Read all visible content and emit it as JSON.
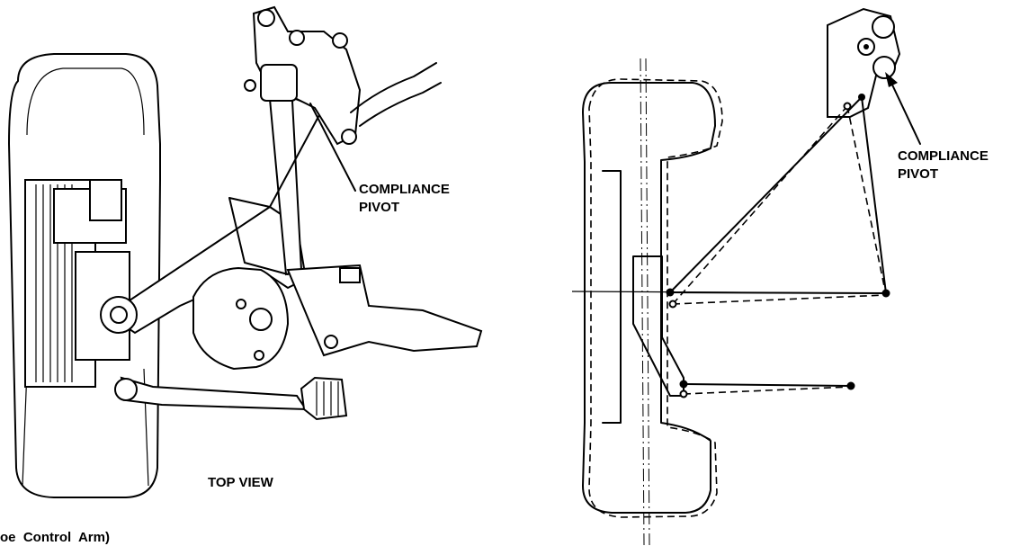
{
  "labels": {
    "left_compliance": "COMPLIANCE",
    "left_pivot": "PIVOT",
    "top_view": "TOP VIEW",
    "caption": "oe  Control  Arm)",
    "right_compliance": "COMPLIANCE",
    "right_pivot": "PIVOT"
  },
  "colors": {
    "ink": "#000000",
    "paper": "#ffffff"
  }
}
